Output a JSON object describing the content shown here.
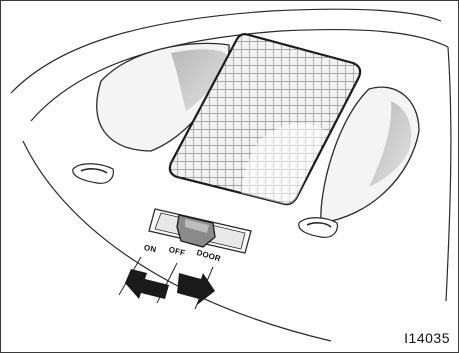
{
  "switch_positions": {
    "on": "ON",
    "off": "OFF",
    "door": "DOOR"
  },
  "figure_id": "I14035",
  "colors": {
    "line": "#2a2a2a",
    "gray_fill": "#c9c9c9",
    "light_gray": "#e6e6e6",
    "grid": "#555555"
  },
  "icons": {
    "arrow_left": "left-arrow-icon",
    "arrow_right": "right-arrow-icon"
  }
}
